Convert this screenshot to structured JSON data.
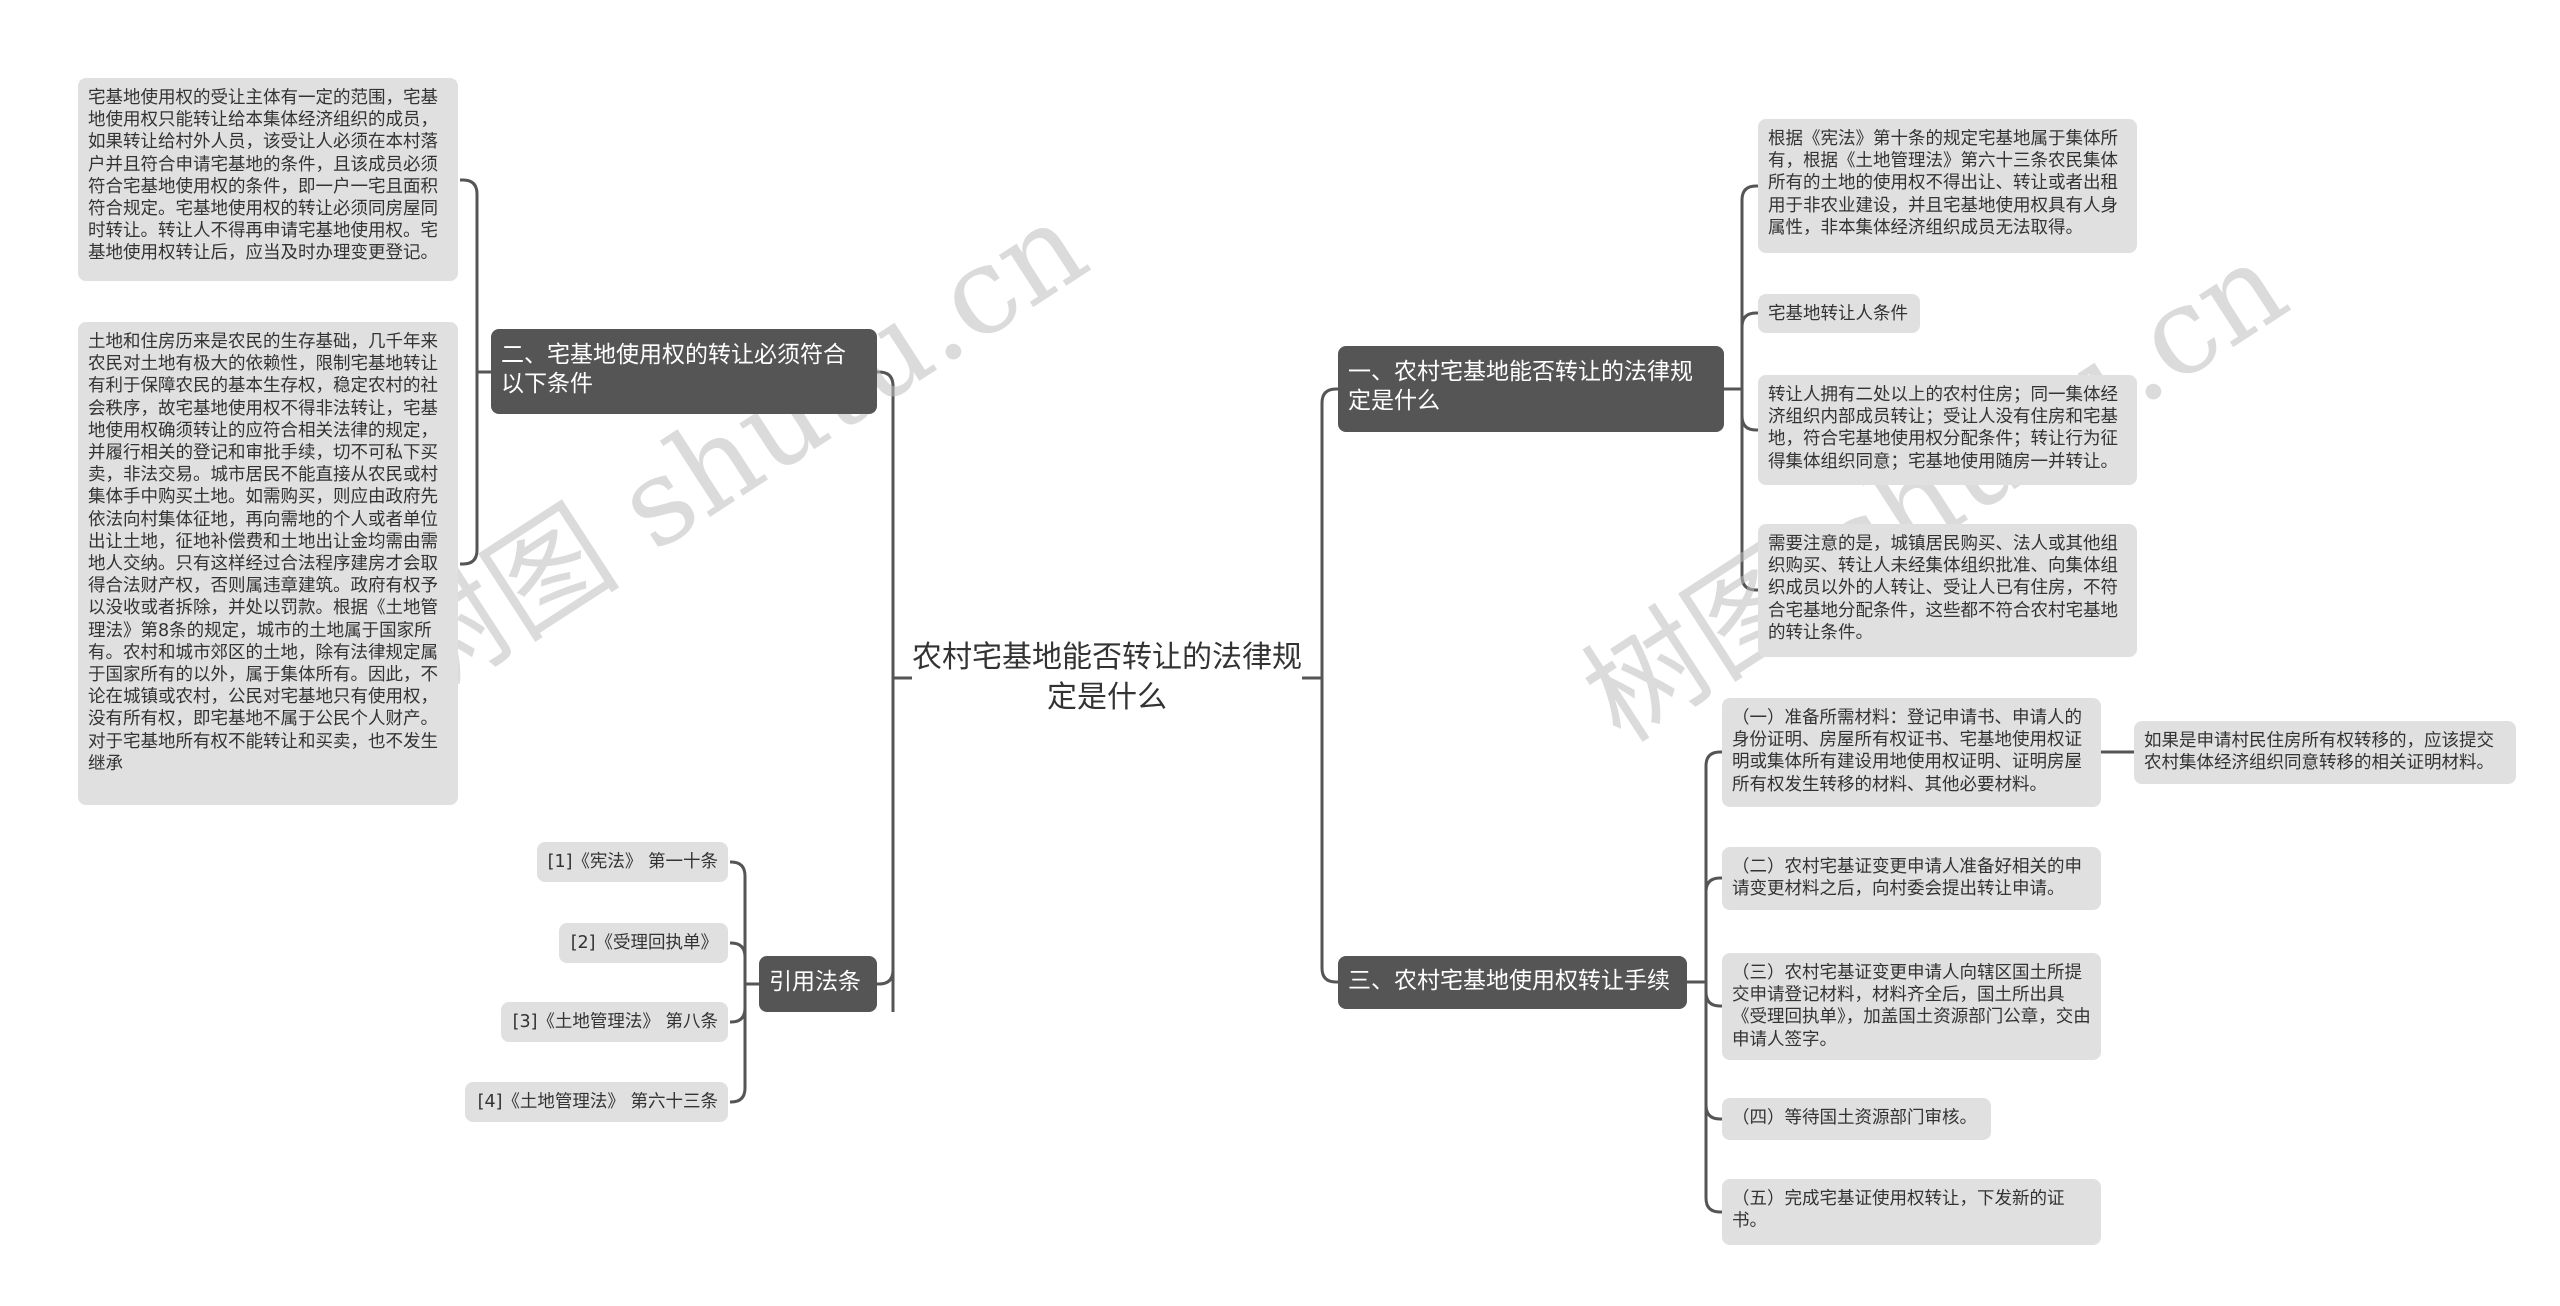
{
  "root": {
    "title": "农村宅基地能否转让的法律规定是什么"
  },
  "left": {
    "branch_conditions": {
      "label": "二、宅基地使用权的转让必须符合以下条件",
      "children": [
        "宅基地使用权的受让主体有一定的范围，宅基地使用权只能转让给本集体经济组织的成员，如果转让给村外人员，该受让人必须在本村落户并且符合申请宅基地的条件，且该成员必须符合宅基地使用权的条件，即一户一宅且面积符合规定。宅基地使用权的转让必须同房屋同时转让。转让人不得再申请宅基地使用权。宅基地使用权转让后，应当及时办理变更登记。",
        "土地和住房历来是农民的生存基础，几千年来农民对土地有极大的依赖性，限制宅基地转让有利于保障农民的基本生存权，稳定农村的社会秩序，故宅基地使用权不得非法转让，宅基地使用权确须转让的应符合相关法律的规定，并履行相关的登记和审批手续，切不可私下买卖，非法交易。城市居民不能直接从农民或村集体手中购买土地。如需购买，则应由政府先依法向村集体征地，再向需地的个人或者单位出让土地，征地补偿费和土地出让金均需由需地人交纳。只有这样经过合法程序建房才会取得合法财产权，否则属违章建筑。政府有权予以没收或者拆除，并处以罚款。根据《土地管理法》第8条的规定，城市的土地属于国家所有。农村和城市郊区的土地，除有法律规定属于国家所有的以外，属于集体所有。因此，不论在城镇或农村，公民对宅基地只有使用权，没有所有权，即宅基地不属于公民个人财产。对于宅基地所有权不能转让和买卖，也不发生继承"
      ]
    },
    "branch_citations": {
      "label": "引用法条",
      "children": [
        "[1]《宪法》 第一十条",
        "[2]《受理回执单》",
        "[3]《土地管理法》 第八条",
        "[4]《土地管理法》 第六十三条"
      ]
    }
  },
  "right": {
    "branch_rules": {
      "label": "一、农村宅基地能否转让的法律规定是什么",
      "children": [
        "根据《宪法》第十条的规定宅基地属于集体所有，根据《土地管理法》第六十三条农民集体所有的土地的使用权不得出让、转让或者出租用于非农业建设，并且宅基地使用权具有人身属性，非本集体经济组织成员无法取得。",
        "宅基地转让人条件",
        "转让人拥有二处以上的农村住房；同一集体经济组织内部成员转让；受让人没有住房和宅基地，符合宅基地使用权分配条件；转让行为征得集体组织同意；宅基地使用随房一并转让。",
        "需要注意的是，城镇居民购买、法人或其他组织购买、转让人未经集体组织批准、向集体组织成员以外的人转让、受让人已有住房，不符合宅基地分配条件，这些都不符合农村宅基地的转让条件。"
      ]
    },
    "branch_procedure": {
      "label": "三、农村宅基地使用权转让手续",
      "children": [
        "（一）准备所需材料：登记申请书、申请人的身份证明、房屋所有权证书、宅基地使用权证明或集体所有建设用地使用权证明、证明房屋所有权发生转移的材料、其他必要材料。",
        "（二）农村宅基证变更申请人准备好相关的申请变更材料之后，向村委会提出转让申请。",
        "（三）农村宅基证变更申请人向辖区国土所提交申请登记材料，材料齐全后，国土所出具《受理回执单》，加盖国土资源部门公章，交由申请人签字。",
        "（四）等待国土资源部门审核。",
        "（五）完成宅基证使用权转让，下发新的证书。"
      ],
      "step1_note": "如果是申请村民住房所有权转移的，应该提交农村集体经济组织同意转移的相关证明材料。"
    }
  },
  "watermarks": [
    "树图 shutu.cn",
    "树图 shutu.cn"
  ],
  "colors": {
    "branch_bg": "#555555",
    "leaf_bg": "#e0e0e0",
    "line": "#555555",
    "text": "#333333"
  }
}
